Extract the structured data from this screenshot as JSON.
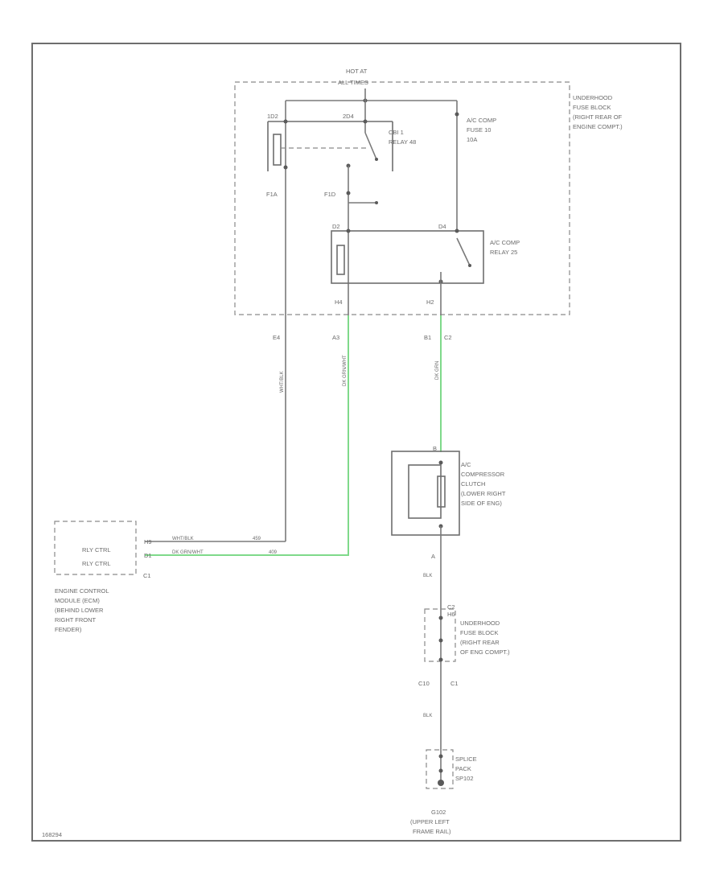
{
  "fuse_block_top": {
    "hot_at": "HOT AT",
    "hot_at_2": "ALL TIMES",
    "name_lines": [
      "UNDERHOOD",
      "FUSE BLOCK",
      "(RIGHT REAR OF",
      "ENGINE COMPT.)"
    ],
    "pin_left_top": "1D2",
    "pin_mid_top": "2D4",
    "pin_relay_top": "2D4",
    "pin_left_bottom": "F1A",
    "pin_mid_bottom": "F1D",
    "pin_relay_left": "D2",
    "pin_relay_right": "D4",
    "conn_left": "E4",
    "conn_mid": "A3",
    "conn_right": "B1",
    "conn_right_2": "C2",
    "pin_h4": "H4",
    "pin_h2": "H2"
  },
  "ccm_relay": {
    "line1": "CBI 1",
    "line2": "RELAY 48"
  },
  "ac_fuse": {
    "lines": [
      "A/C COMP",
      "FUSE 10",
      "10A"
    ]
  },
  "ac_relay": {
    "line1": "A/C COMP",
    "line2": "RELAY 25"
  },
  "wires": {
    "wht_blk": "WHT/BLK",
    "dk_grn_wht": "DK GRN/WHT",
    "dk_grn": "DK GRN",
    "circuit_459": "459",
    "circuit_409": "409",
    "blk_1": "BLK",
    "blk_2": "BLK"
  },
  "ecm": {
    "rly1": "RLY CTRL",
    "rly2": "RLY CTRL",
    "pin1": "H9",
    "pin2": "D1",
    "conn": "C1",
    "name_lines": [
      "ENGINE CONTROL",
      "MODULE (ECM)",
      "(BEHIND LOWER",
      "RIGHT FRONT",
      "FENDER)"
    ]
  },
  "clutch": {
    "pin_top": "B",
    "pin_bottom": "A",
    "name_lines": [
      "A/C",
      "COMPRESSOR",
      "CLUTCH",
      "(LOWER RIGHT",
      "SIDE OF ENG)"
    ]
  },
  "fuse_block_bottom": {
    "pin_top": "C2",
    "pin_top_2": "H6",
    "conn_left": "C10",
    "conn_right": "C1",
    "name_lines": [
      "UNDERHOOD",
      "FUSE BLOCK",
      "(RIGHT REAR",
      "OF ENG COMPT.)"
    ]
  },
  "splice": {
    "name_lines": [
      "SPLICE",
      "PACK",
      "SP102"
    ]
  },
  "ground": {
    "name_lines": [
      "G102",
      "(UPPER LEFT",
      "FRAME RAIL)"
    ]
  },
  "diagram_id": "168294"
}
